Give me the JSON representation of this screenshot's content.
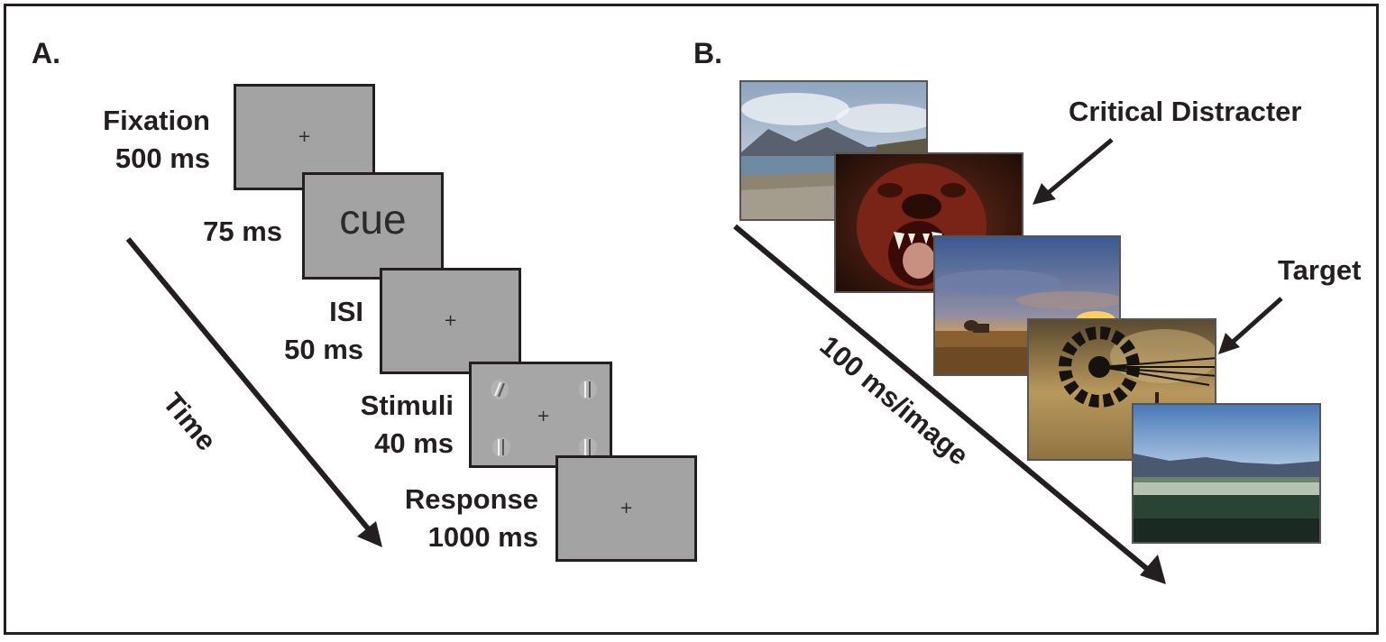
{
  "panel_a": {
    "letter": "A.",
    "time_label": "Time",
    "steps": [
      {
        "name": "Fixation",
        "duration": "500 ms"
      },
      {
        "name": "",
        "duration": "75 ms",
        "screen_text": "cue"
      },
      {
        "name": "ISI",
        "duration": "50 ms"
      },
      {
        "name": "Stimuli",
        "duration": "40 ms"
      },
      {
        "name": "Response",
        "duration": "1000 ms"
      }
    ],
    "fixation_symbol": "+"
  },
  "panel_b": {
    "letter": "B.",
    "rate_label": "100 ms/image",
    "critical_label": "Critical Distracter",
    "target_label": "Target",
    "images": [
      "lake-landscape",
      "snarling-dog",
      "sunset-field",
      "windmill",
      "mountain-field"
    ]
  },
  "colors": {
    "ink": "#231f20",
    "screen_gray": "#a3a3a3"
  }
}
